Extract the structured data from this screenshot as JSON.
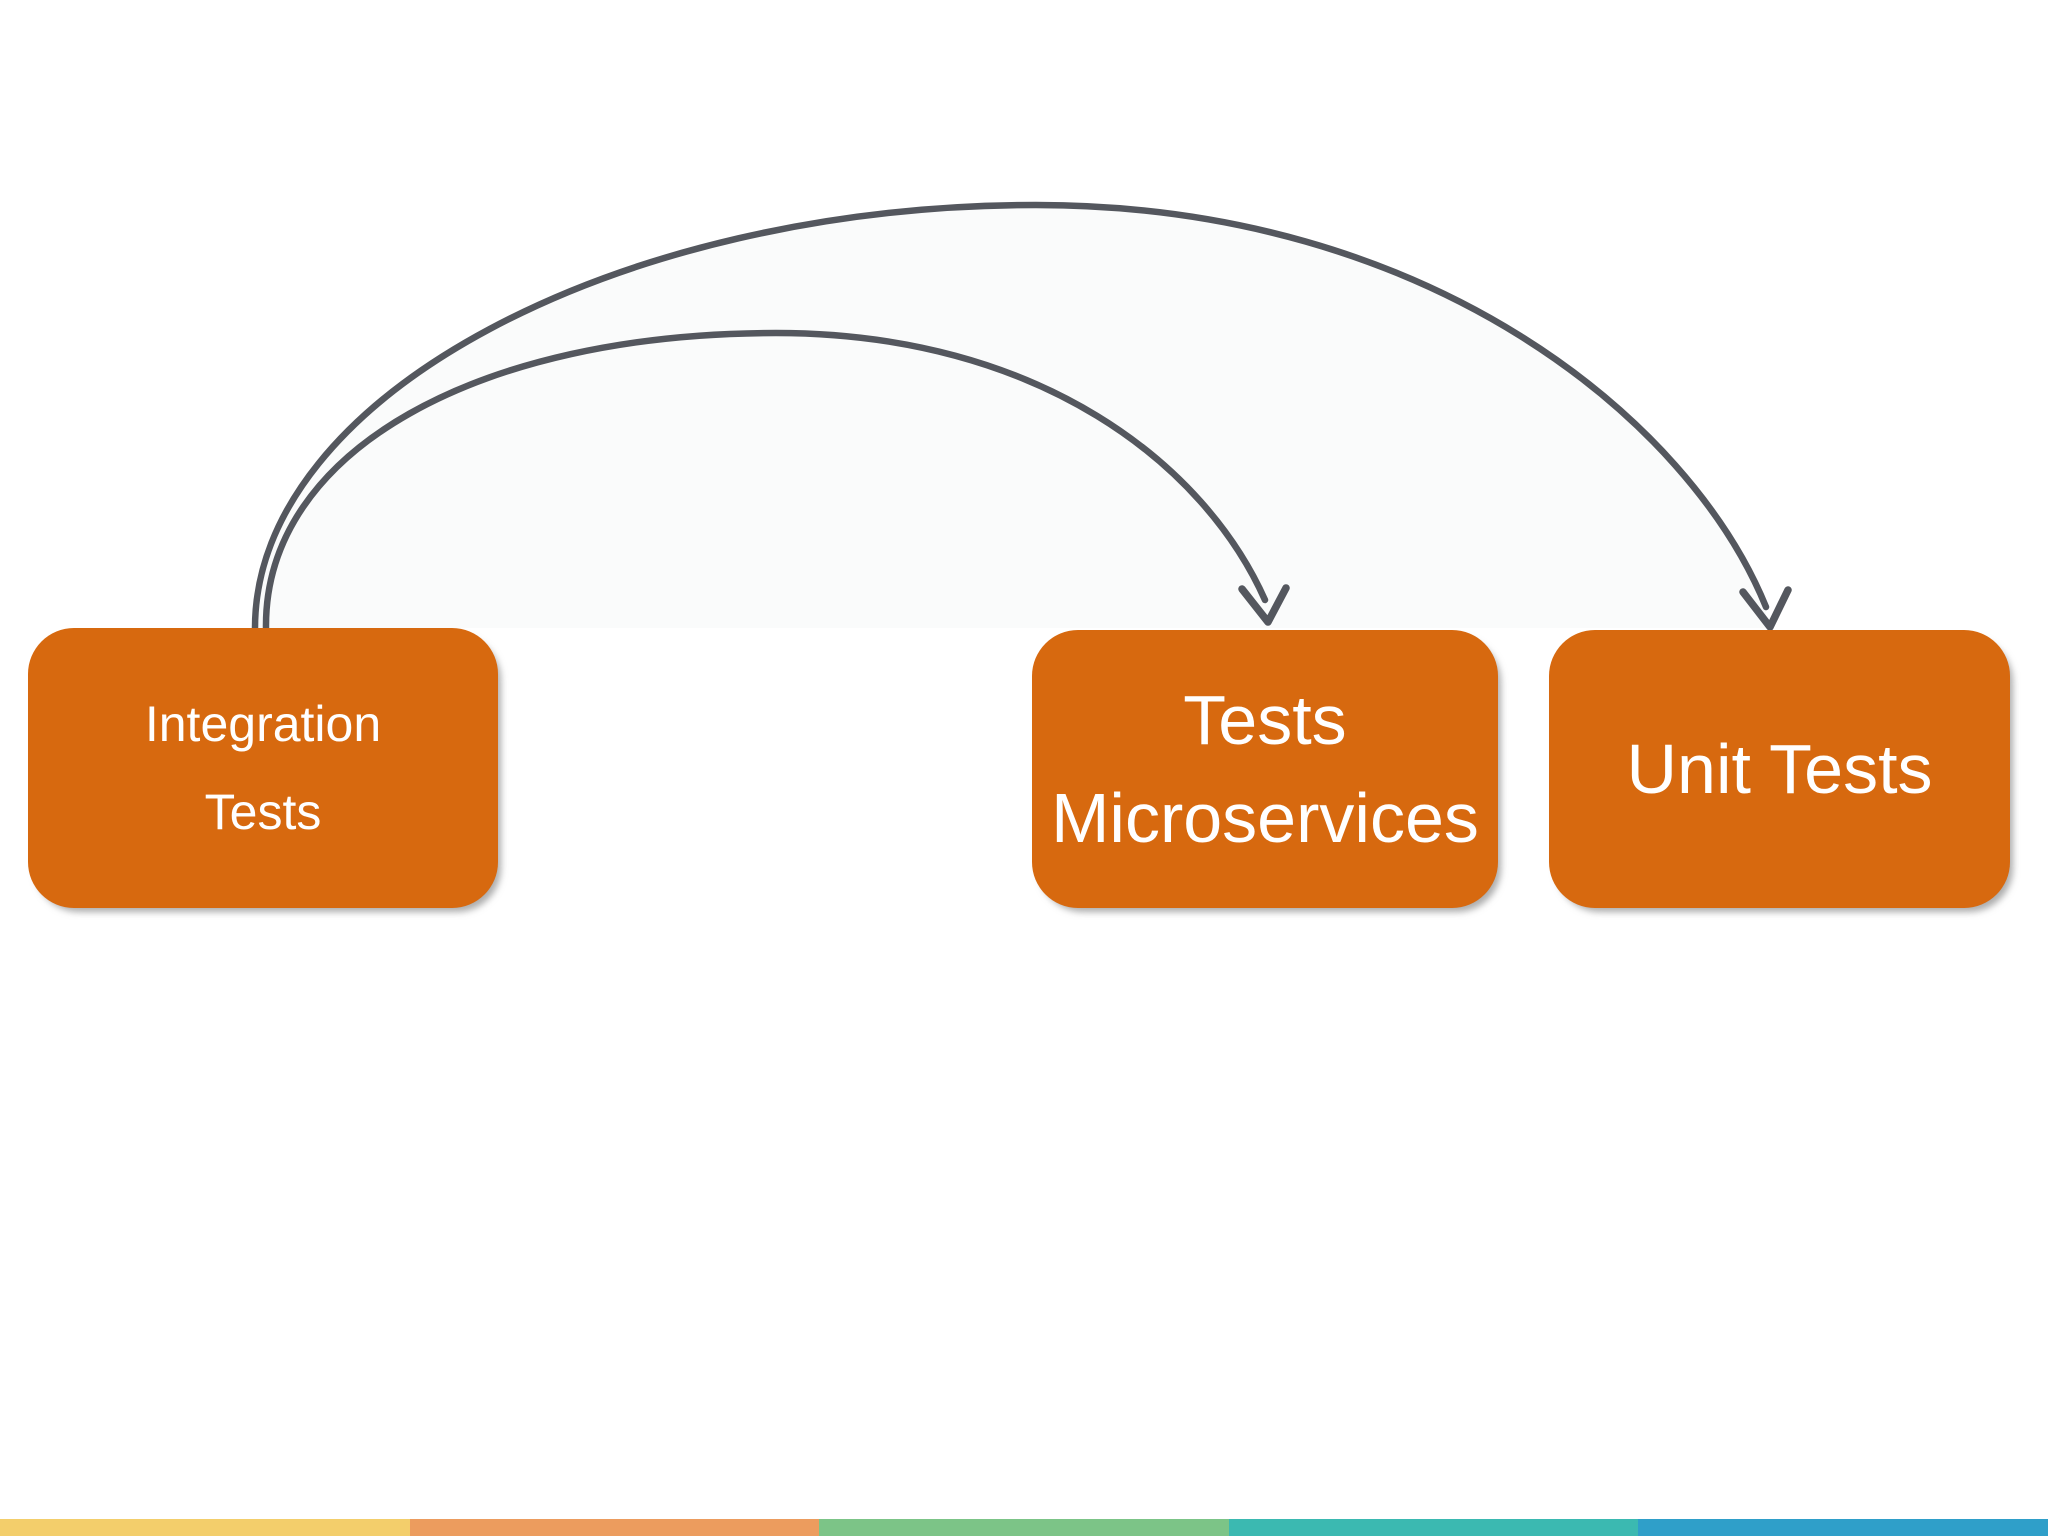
{
  "slide": {
    "background_color": "#ffffff",
    "nodes": [
      {
        "id": "integration-tests",
        "label_lines": [
          "Integration",
          "Tests"
        ],
        "fill": "#D7690F",
        "text_color": "#FFFFFF"
      },
      {
        "id": "tests-microservices",
        "label_lines": [
          "Tests",
          "Microservices"
        ],
        "fill": "#D7690F",
        "text_color": "#FFFFFF"
      },
      {
        "id": "unit-tests",
        "label_lines": [
          "Unit Tests"
        ],
        "fill": "#D7690F",
        "text_color": "#FFFFFF"
      }
    ],
    "connectors": [
      {
        "from": "integration-tests",
        "to": "tests-microservices",
        "style": "curved-open-arrow",
        "color": "#54575E"
      },
      {
        "from": "integration-tests",
        "to": "unit-tests",
        "style": "curved-open-arrow",
        "color": "#54575E"
      }
    ],
    "footer_stripe": {
      "colors": [
        "#F3CE6B",
        "#EC9C5E",
        "#7CC487",
        "#3BB9B1",
        "#2F9FC9"
      ]
    }
  }
}
